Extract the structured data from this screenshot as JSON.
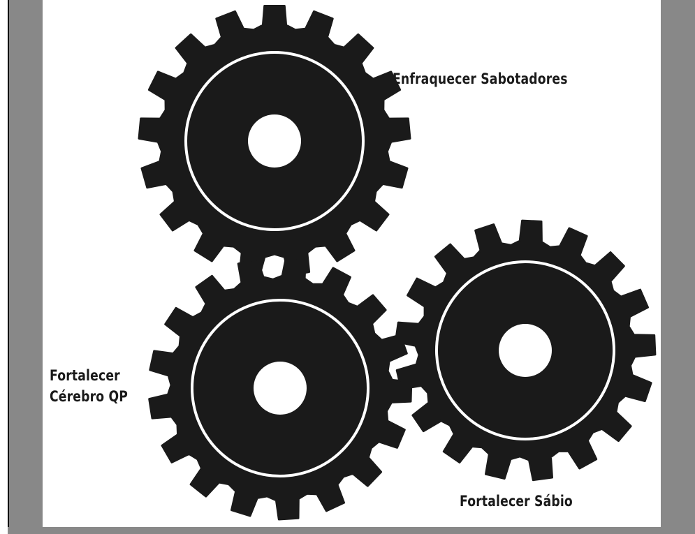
{
  "labels": {
    "top_gear": "Enfraquecer Sabotadores",
    "left_gear_line1": "Fortalecer",
    "left_gear_line2": "Cérebro QP",
    "right_gear": "Fortalecer Sábio"
  },
  "colors": {
    "gear": "#1a1a1a",
    "ring": "#ffffff",
    "background": "#ffffff",
    "side_bars": "#888888"
  },
  "gears": [
    {
      "name": "top",
      "teeth": 17
    },
    {
      "name": "bottom-left",
      "teeth": 17
    },
    {
      "name": "bottom-right",
      "teeth": 17
    }
  ]
}
